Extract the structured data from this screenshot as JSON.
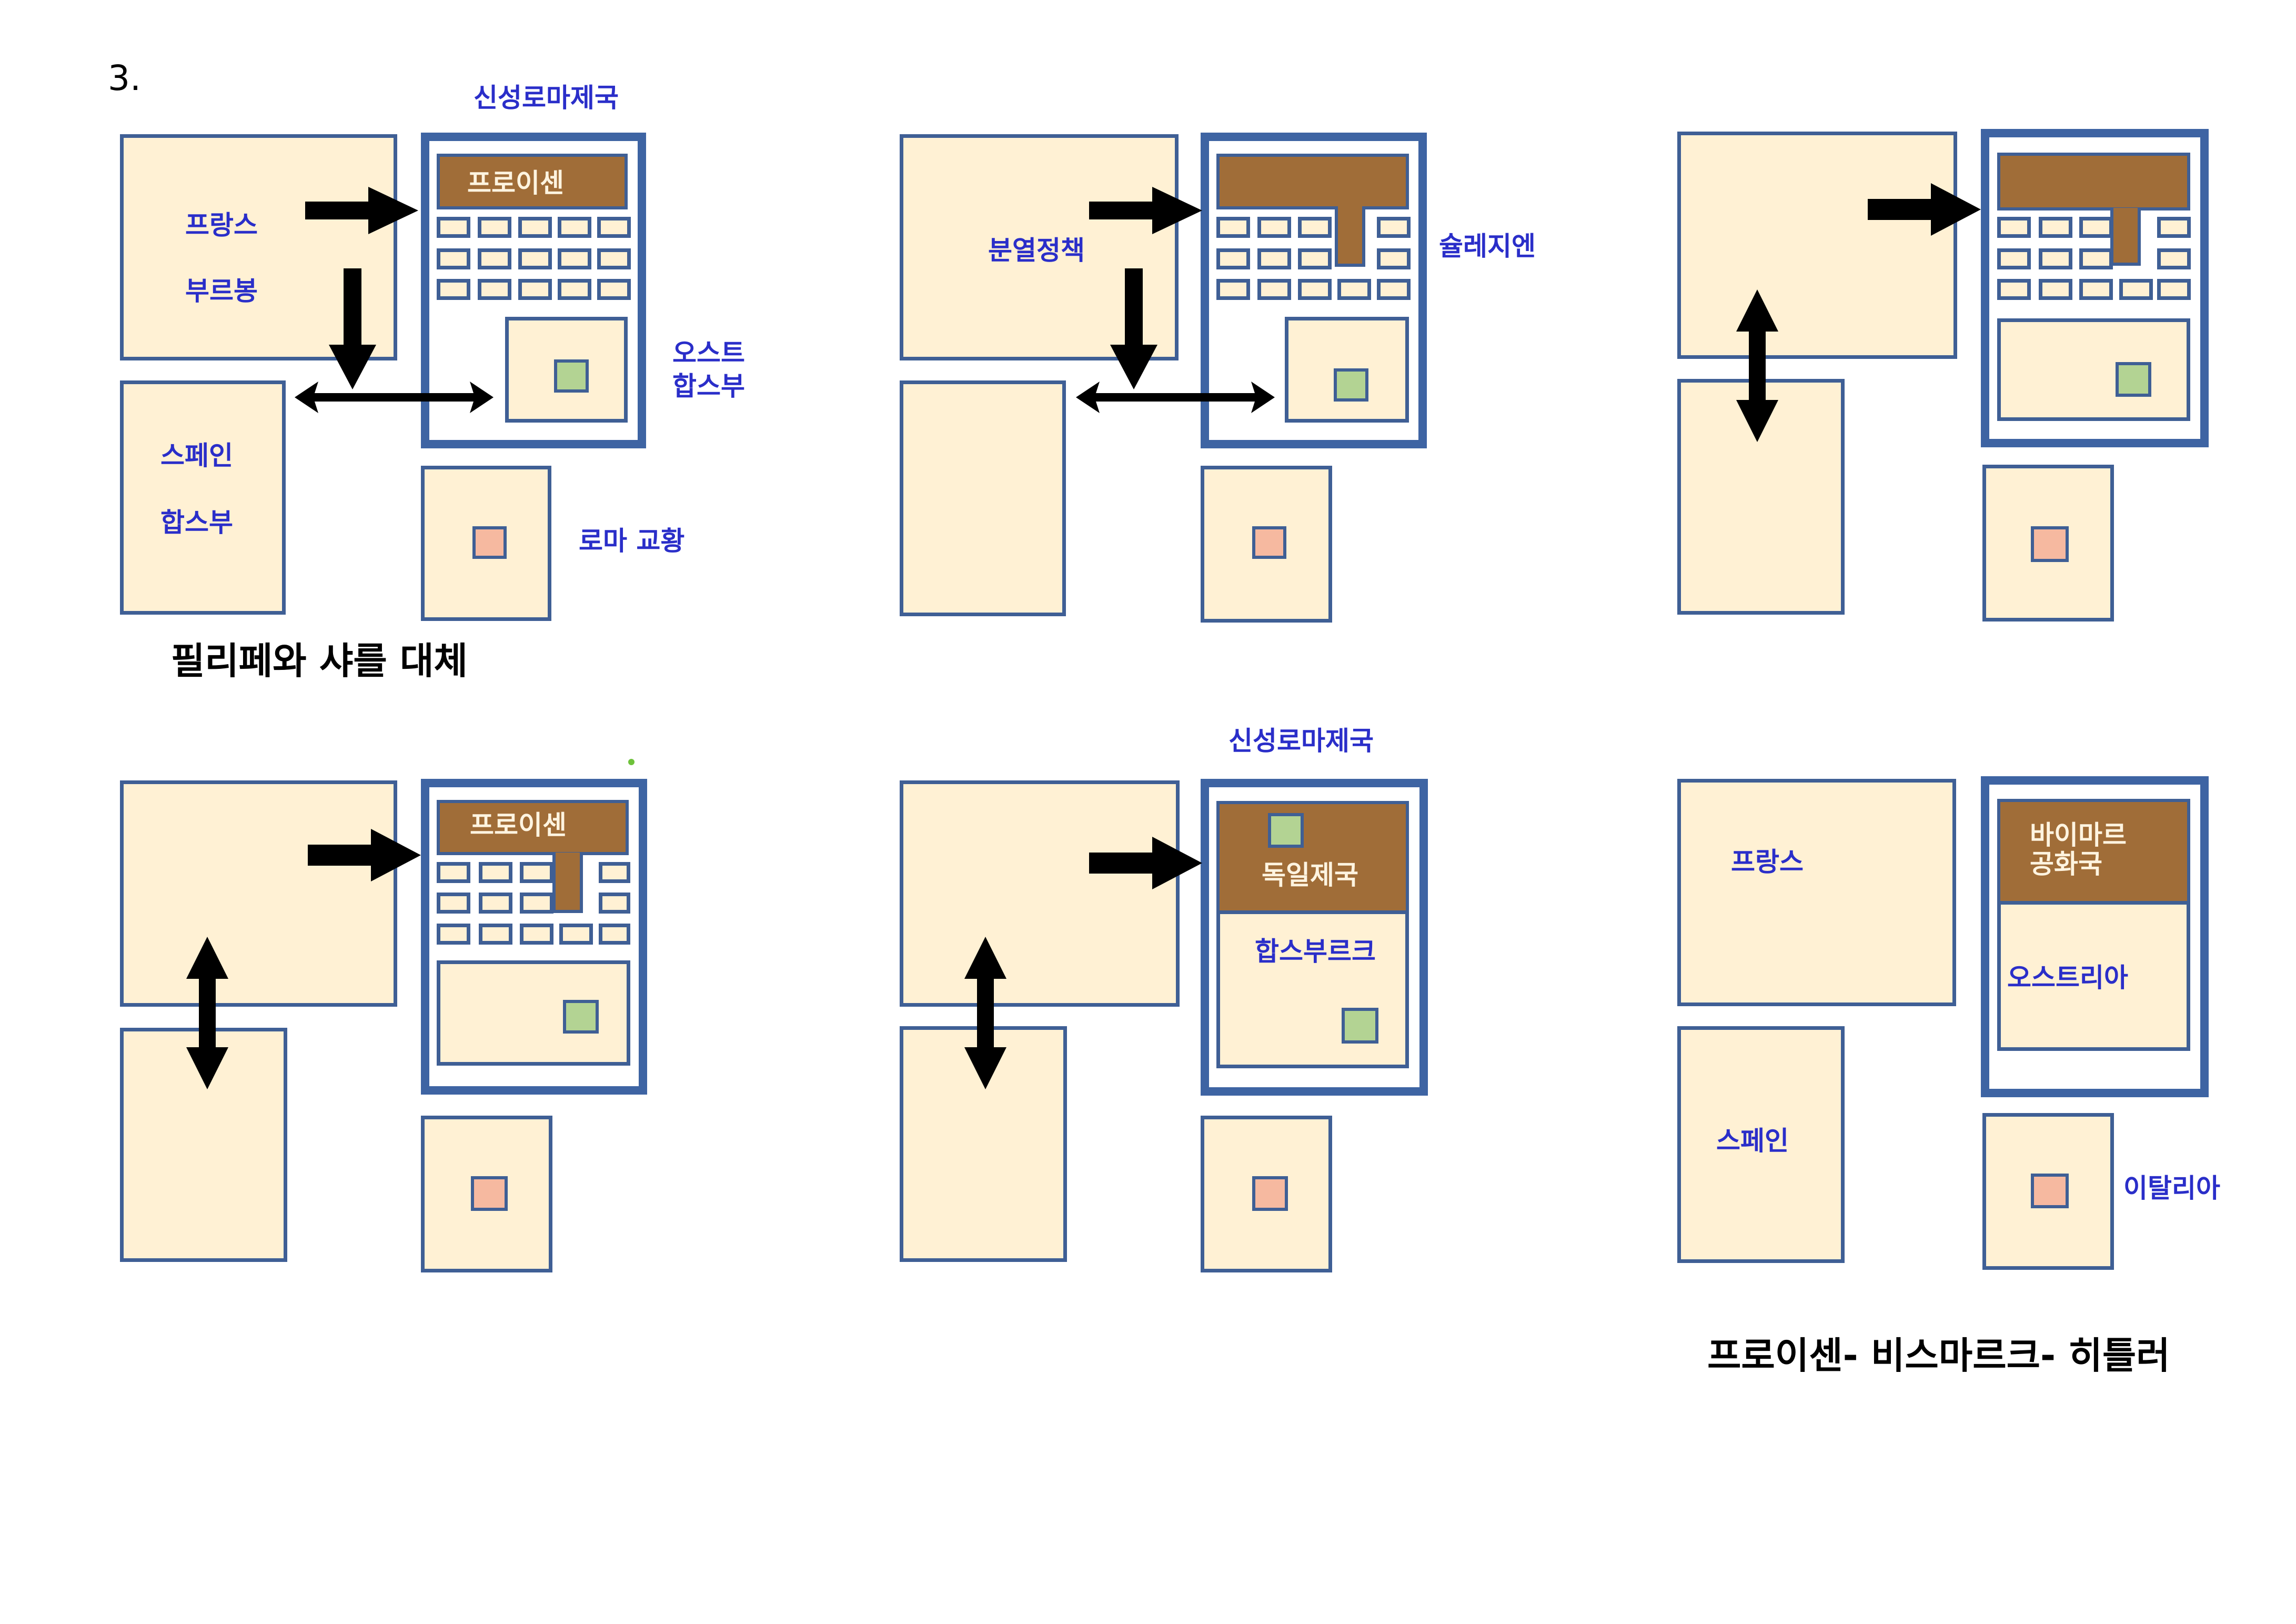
{
  "section_number": "3.",
  "colors": {
    "land_fill": "#fff1d4",
    "border_blue": "#3f5f95",
    "empire_border": "#3e64a3",
    "prussia_brown": "#a06d38",
    "austria_green": "#b3d393",
    "rome_pink": "#f6b9a0",
    "label_blue": "#2a2ec9"
  },
  "panels": [
    {
      "id": "panel-1",
      "empire_label": "신성로마제국",
      "prussia_label": "프로이센",
      "france_labels": [
        "프랑스",
        "부르봉"
      ],
      "spain_labels": [
        "스페인",
        "합스부"
      ],
      "austria_label": [
        "오스트",
        "합스부"
      ],
      "rome_label": "로마 교황",
      "caption": "필리페와 샤를 대체"
    },
    {
      "id": "panel-2",
      "france_label": "분열정책",
      "silesia_label": "슐레지엔"
    },
    {
      "id": "panel-3"
    },
    {
      "id": "panel-4",
      "prussia_label": "프로이센"
    },
    {
      "id": "panel-5",
      "empire_label": "신성로마제국",
      "german_empire_label": "독일제국",
      "habsburg_label": "합스부르크"
    },
    {
      "id": "panel-6",
      "france_label": "프랑스",
      "weimar_label": [
        "바이마르",
        "공화국"
      ],
      "austria_label": "오스트리아",
      "spain_label": "스페인",
      "italy_label": "이탈리아",
      "caption": "프로이센- 비스마르크- 히틀러"
    }
  ]
}
